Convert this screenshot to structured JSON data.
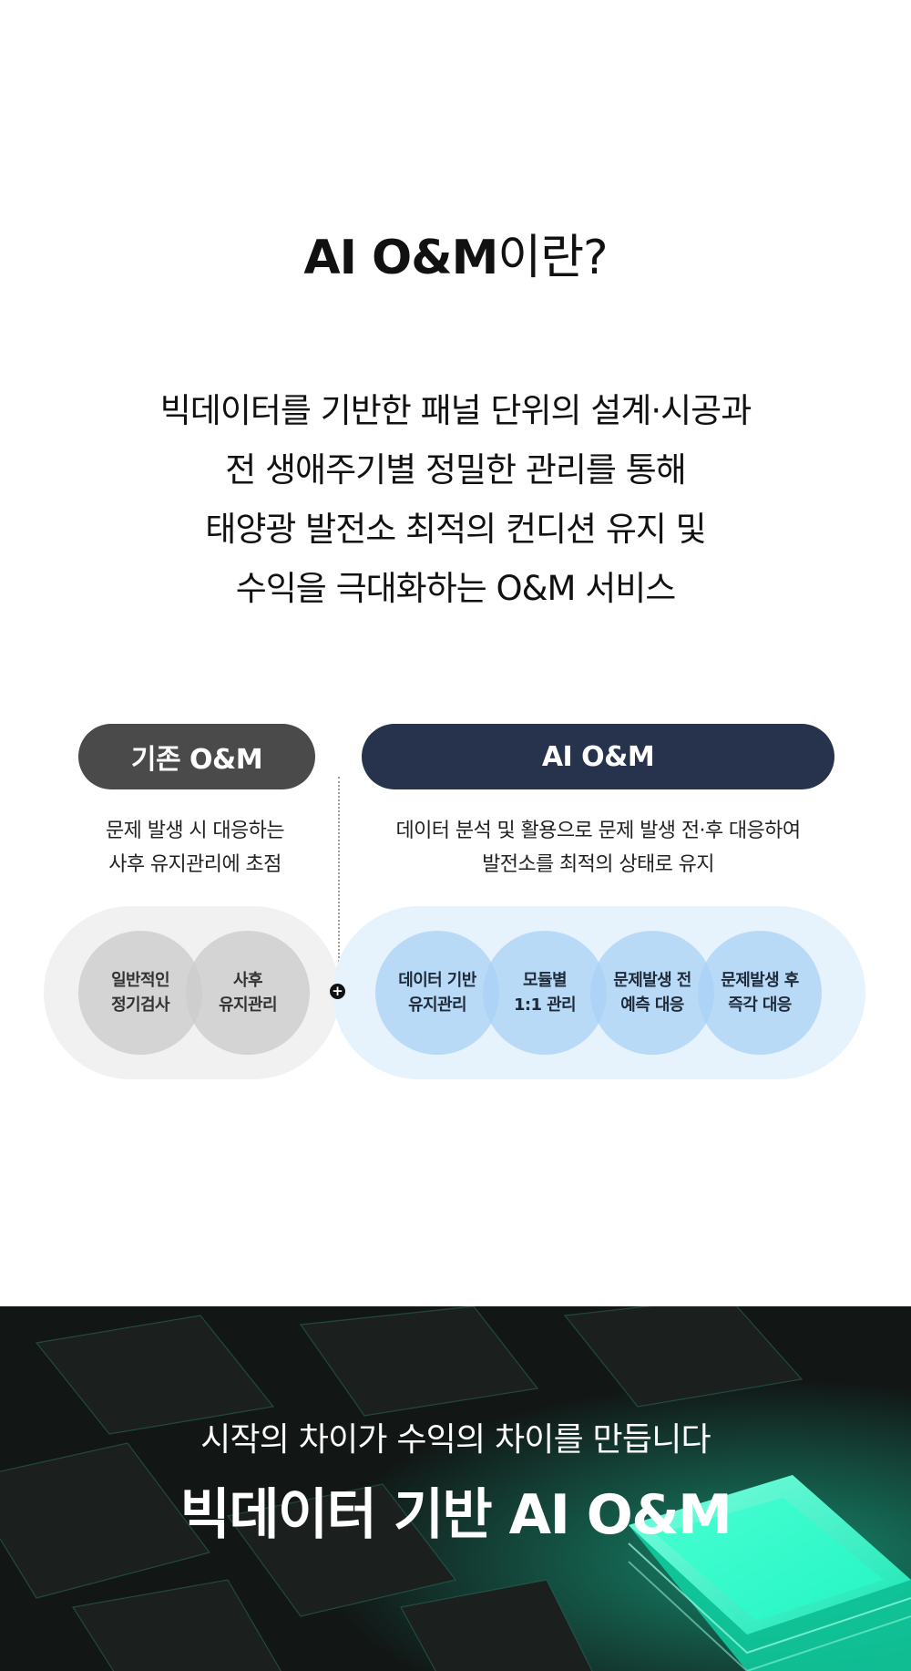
{
  "title": {
    "strong": "AI O&M",
    "light": "이란?"
  },
  "description": {
    "lines": [
      "빅데이터를 기반한 패널 단위의 설계·시공과",
      "전 생애주기별 정밀한 관리를 통해",
      "태양광 발전소 최적의 컨디션 유지 및",
      "수익을 극대화하는 O&M 서비스"
    ]
  },
  "comparison": {
    "legacy": {
      "label": "기존 O&M",
      "caption": [
        "문제 발생 시 대응하는",
        "사후 유지관리에 초점"
      ],
      "items": [
        [
          "일반적인",
          "정기검사"
        ],
        [
          "사후",
          "유지관리"
        ]
      ]
    },
    "ai": {
      "label": "AI O&M",
      "caption": [
        "데이터 분석 및 활용으로 문제 발생 전·후 대응하여",
        "발전소를 최적의 상태로 유지"
      ],
      "items": [
        [
          "데이터 기반",
          "유지관리"
        ],
        [
          "모듈별",
          "1:1 관리"
        ],
        [
          "문제발생 전",
          "예측 대응"
        ],
        [
          "문제발생 후",
          "즉각 대응"
        ]
      ]
    },
    "plus_symbol": "+"
  },
  "banner": {
    "subtitle": "시작의 차이가 수익의 차이를 만듭니다",
    "headline": "빅데이터 기반 AI O&M"
  },
  "colors": {
    "legacy_pill": "#4a4a4a",
    "ai_pill": "#27334d",
    "legacy_capsule": "#f1f1f1",
    "ai_capsule": "#e6f2fc",
    "accent_glow": "#19e5b4"
  }
}
